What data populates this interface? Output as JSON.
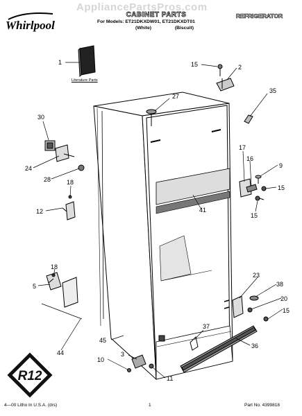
{
  "brand": {
    "logo_text": "Whirlpool"
  },
  "watermark": "AppliancePartsPros.com",
  "header": {
    "title": "CABINET PARTS",
    "models": "For Models: ET21DKXDW01, ET21DKXDT01",
    "colors": [
      "(White)",
      "(Biscuit)"
    ],
    "category": "REFRIGERATOR"
  },
  "literature_label": "Literature Parts",
  "callouts": [
    "1",
    "2",
    "3",
    "5",
    "9",
    "10",
    "11",
    "12",
    "15",
    "15",
    "15",
    "15",
    "16",
    "17",
    "18",
    "18",
    "20",
    "23",
    "24",
    "27",
    "28",
    "30",
    "35",
    "36",
    "37",
    "38",
    "41",
    "44",
    "45"
  ],
  "footer": {
    "left": "4—00 Litho In U.S.A. (drs)",
    "center": "1",
    "right": "Part No. 4399818"
  },
  "stamp_text": "R12"
}
